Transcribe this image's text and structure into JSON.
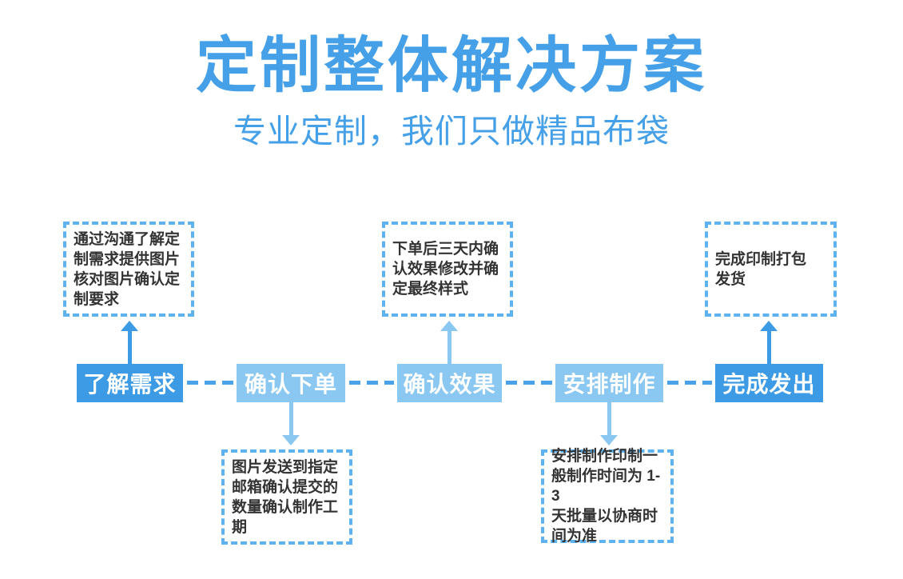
{
  "header": {
    "title": "定制整体解决方案",
    "subtitle": "专业定制，我们只做精品布袋"
  },
  "colors": {
    "title_blue": "#45a0e8",
    "dark_step_blue": "#3d9ae4",
    "light_step_blue": "#8ac7f1",
    "dashed_border_blue": "#5eb2f0",
    "connector_blue": "#4aa2e8",
    "note_text": "#333333",
    "background": "#ffffff"
  },
  "flow": {
    "steps": [
      {
        "label": "了解需求",
        "tone": "dark"
      },
      {
        "label": "确认下单",
        "tone": "light"
      },
      {
        "label": "确认效果",
        "tone": "light"
      },
      {
        "label": "安排制作",
        "tone": "light"
      },
      {
        "label": "完成发出",
        "tone": "dark"
      }
    ],
    "notes_top": [
      {
        "for_step": "了解需求",
        "text": "通过沟通了解定\n制需求提供图片\n核对图片确认定\n制要求"
      },
      {
        "for_step": "确认效果",
        "text": "下单后三天内确\n认效果修改并确\n定最终样式"
      },
      {
        "for_step": "完成发出",
        "text": "完成印制打包\n发货"
      }
    ],
    "notes_bottom": [
      {
        "for_step": "确认下单",
        "text": "图片发送到指定\n邮箱确认提交的\n数量确认制作工\n期"
      },
      {
        "for_step": "安排制作",
        "text": "安排制作印制一\n般制作时间为 1-3\n天批量以协商时\n间为准"
      }
    ]
  }
}
